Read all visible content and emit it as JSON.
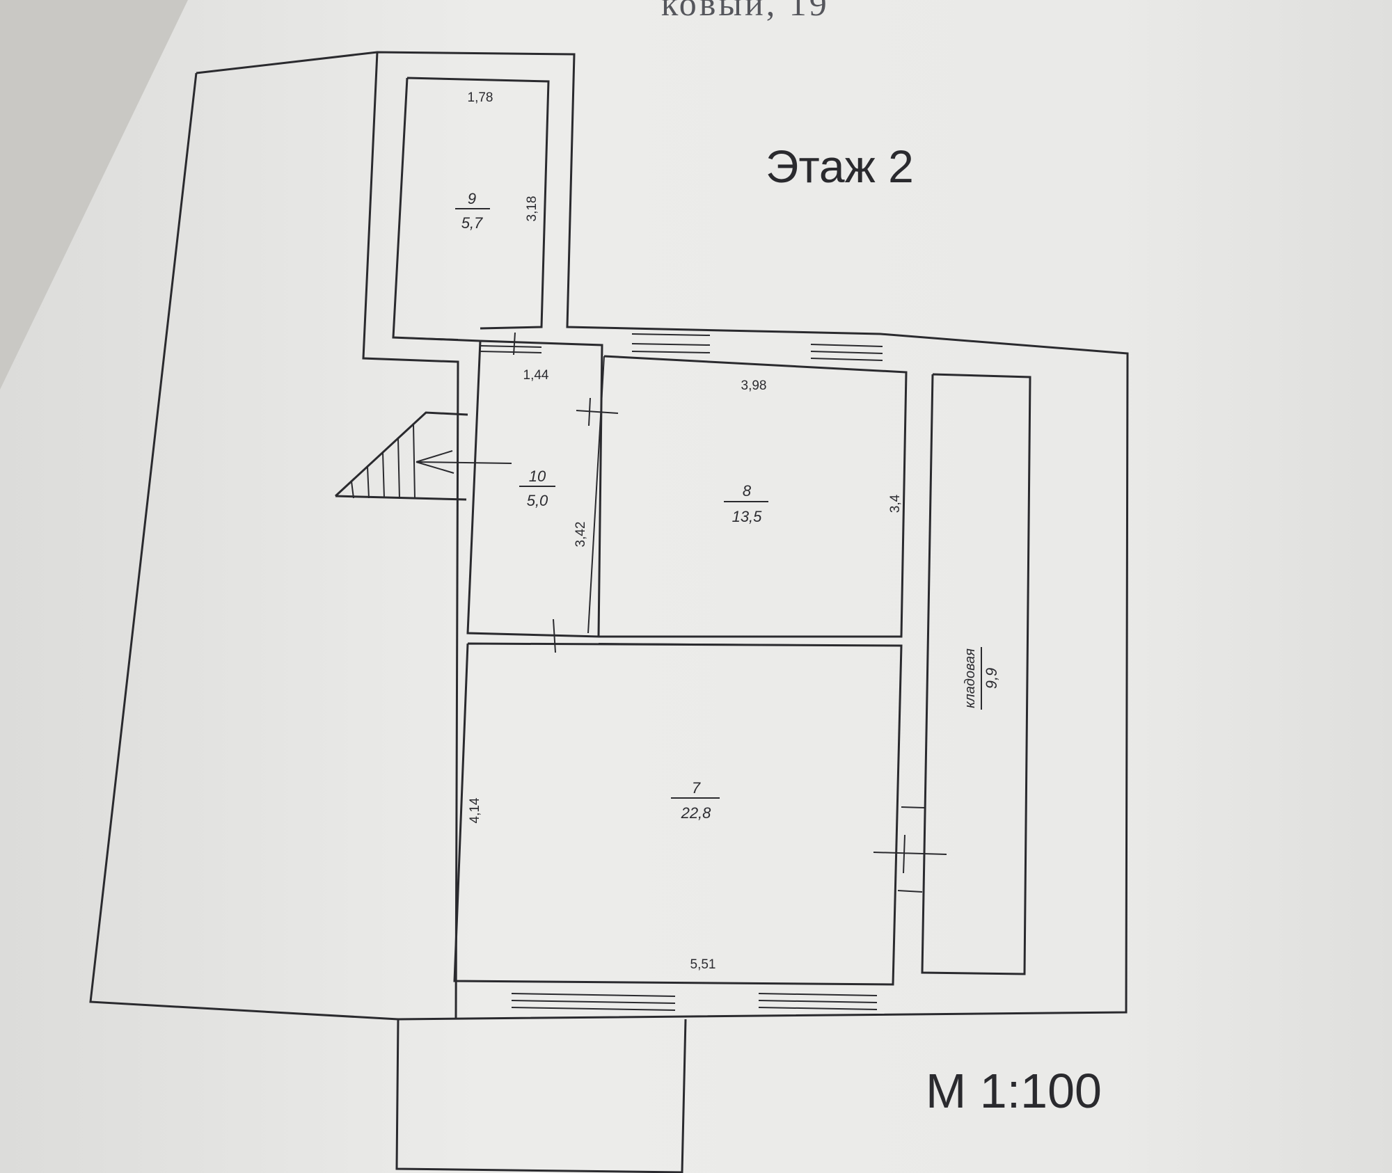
{
  "sheet": {
    "address_fragment": "ковый, 19",
    "floor_title": "Этаж 2",
    "scale": "М 1:100"
  },
  "rooms": {
    "room_9": {
      "number": "9",
      "area": "5,7"
    },
    "room_10": {
      "number": "10",
      "area": "5,0"
    },
    "room_8": {
      "number": "8",
      "area": "13,5"
    },
    "room_7": {
      "number": "7",
      "area": "22,8"
    },
    "storage": {
      "label": "кладовая",
      "area": "9,9"
    }
  },
  "dimensions": {
    "room_9_width": "1,78",
    "room_9_length": "3,18",
    "room_10_width": "1,44",
    "room_10_length": "3,42",
    "room_8_width": "3,98",
    "room_8_length": "3,4",
    "room_7_width": "5,51",
    "room_7_length": "4,14"
  },
  "colors": {
    "paper": "#e9e9e7",
    "background": "#c9c8c4",
    "ink": "#2a2a2e"
  }
}
